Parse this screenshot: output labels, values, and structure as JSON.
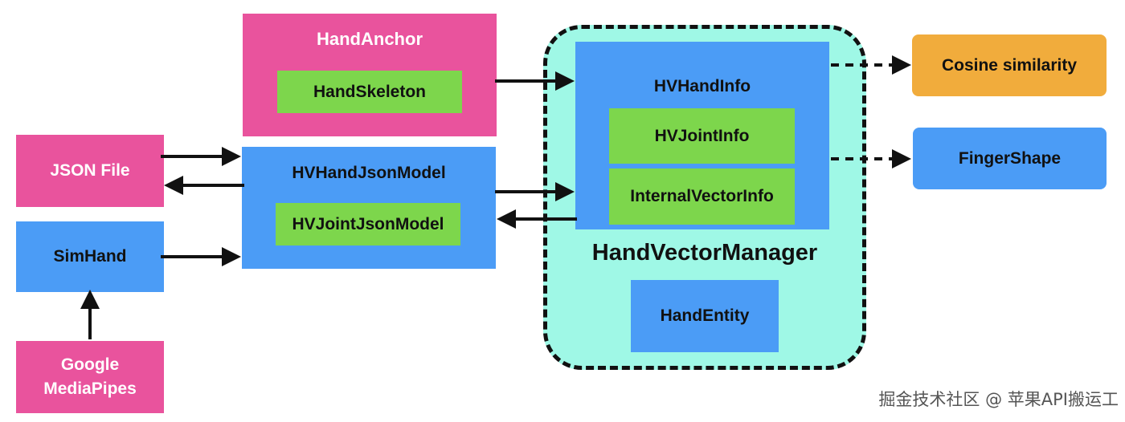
{
  "colors": {
    "pink": "#e9539d",
    "blue": "#4b9cf6",
    "green": "#7dd64c",
    "orange": "#f1ac3c",
    "mint": "#9ff8e6",
    "arrow": "#111111"
  },
  "nodes": {
    "hand_anchor": "HandAnchor",
    "hand_skeleton": "HandSkeleton",
    "json_file": "JSON File",
    "sim_hand": "SimHand",
    "google_mediapipes_line1": "Google",
    "google_mediapipes_line2": "MediaPipes",
    "hv_hand_json_model": "HVHandJsonModel",
    "hv_joint_json_model": "HVJointJsonModel",
    "hand_vector_manager": "HandVectorManager",
    "hv_hand_info": "HVHandInfo",
    "hv_joint_info": "HVJointInfo",
    "internal_vector_info": "InternalVectorInfo",
    "hand_entity": "HandEntity",
    "cosine_similarity": "Cosine similarity",
    "finger_shape": "FingerShape"
  },
  "watermark": "掘金技术社区 @ 苹果API搬运工"
}
